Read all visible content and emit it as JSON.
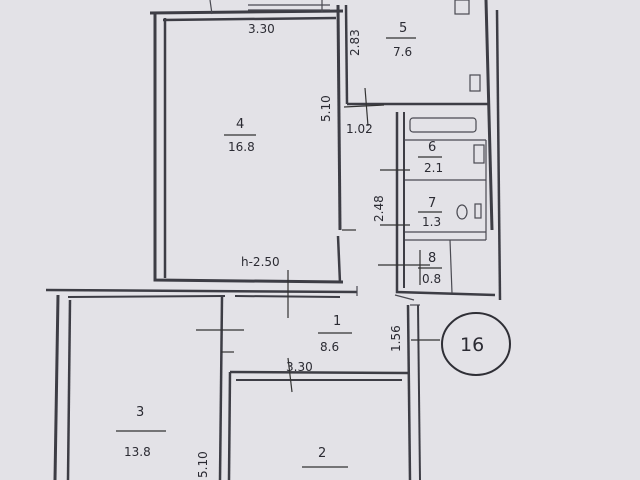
{
  "plan": {
    "badge": "16",
    "rooms": [
      {
        "id": "1",
        "number": "1",
        "area": "8.6"
      },
      {
        "id": "2",
        "number": "2",
        "area": ""
      },
      {
        "id": "3",
        "number": "3",
        "area": "13.8"
      },
      {
        "id": "4",
        "number": "4",
        "area": "16.8"
      },
      {
        "id": "5",
        "number": "5",
        "area": "7.6"
      },
      {
        "id": "6",
        "number": "6",
        "area": "2.1"
      },
      {
        "id": "7",
        "number": "7",
        "area": "1.3"
      },
      {
        "id": "8",
        "number": "8",
        "area": "0.8"
      }
    ],
    "dimensions": {
      "room4_width": "3.30",
      "room4_length": "5.10",
      "room5_length": "2.83",
      "passage_width": "1.02",
      "bath_length": "2.48",
      "ceiling_height": "h-2.50",
      "room1_depth": "1.56",
      "room2_width": "3.30",
      "room3_length": "5.10"
    }
  },
  "colors": {
    "paper": "#e3e2e7",
    "ink": "#2b2b33",
    "wall": "#3d3d45"
  }
}
